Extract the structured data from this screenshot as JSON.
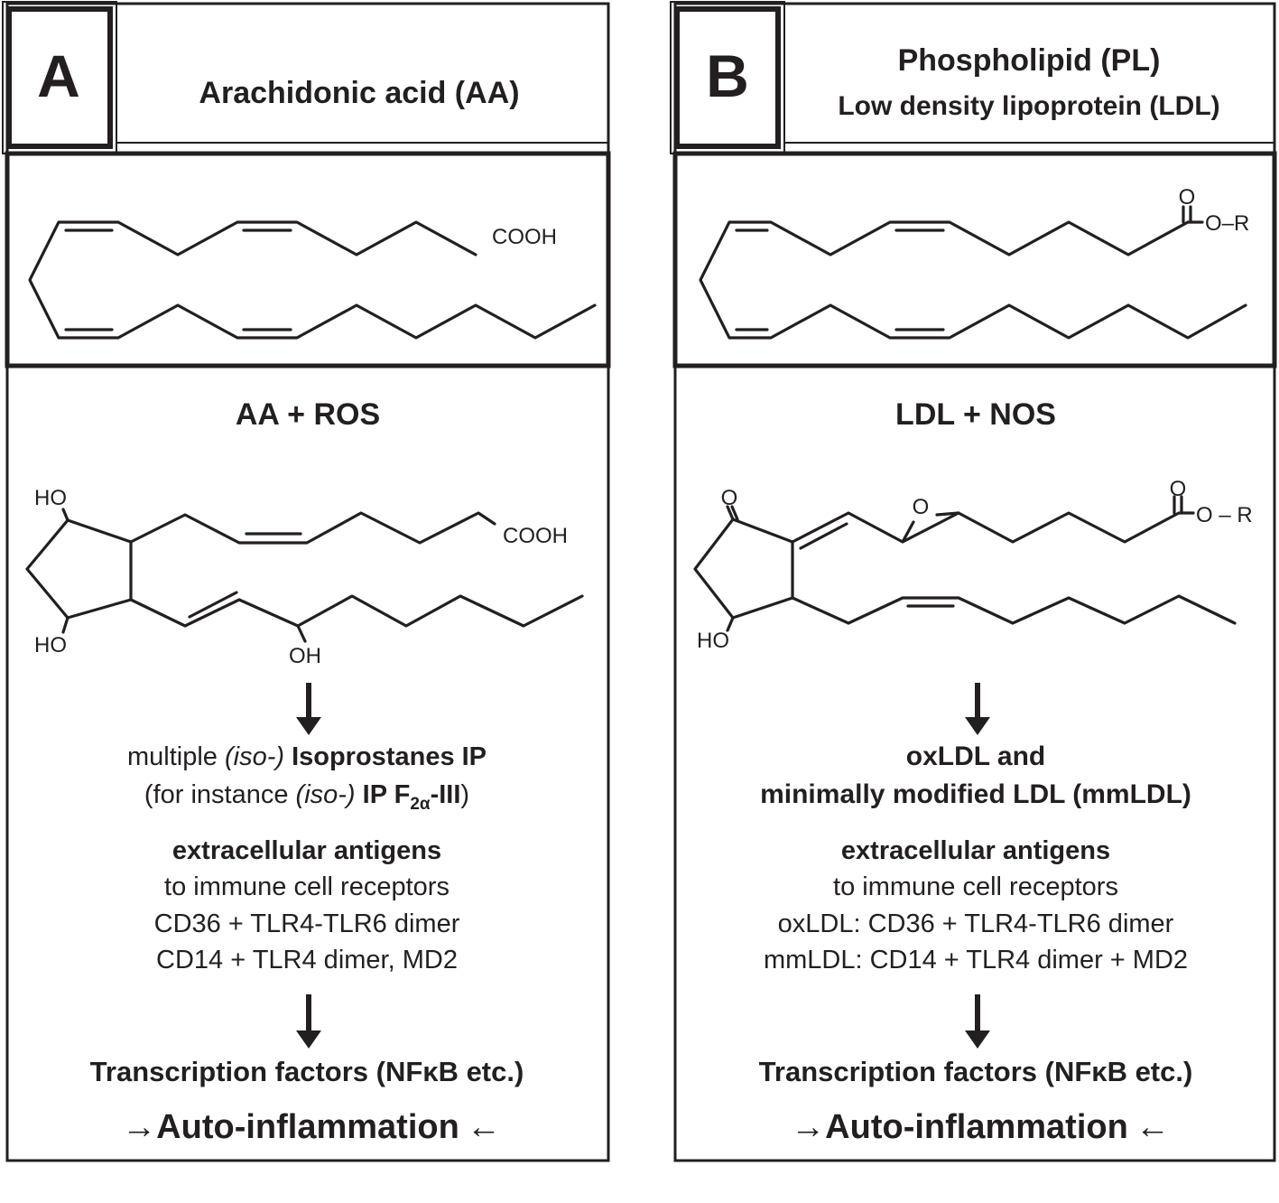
{
  "panels": [
    {
      "letter": "A",
      "title_lines": [
        "Arachidonic acid (AA)"
      ],
      "struct_label": "COOH",
      "reaction": "AA + ROS",
      "product_atoms": {
        "ho_top": "HO",
        "ho_bottom": "HO",
        "oh": "OH",
        "acid": "COOH"
      },
      "product_lines": [
        {
          "pre": "multiple ",
          "pre_italic": "(iso-)",
          "bold": " Isoprostanes IP",
          "post": ""
        },
        {
          "pre": "(for instance ",
          "pre_italic": "(iso-)",
          "bold": " IP F",
          "sub": "2α",
          "bold_after": "-III",
          "post": ")"
        }
      ],
      "antigen_heading": "extracellular antigens",
      "antigen_lines": [
        "to immune cell receptors",
        "CD36 + TLR4-TLR6 dimer",
        "CD14 + TLR4 dimer, MD2"
      ],
      "transcription": "Transcription factors (NFκB etc.)",
      "outcome": "Auto-inflammation"
    },
    {
      "letter": "B",
      "title_lines": [
        "Phospholipid (PL)",
        "Low density lipoprotein (LDL)"
      ],
      "struct_label": "O–R",
      "struct_carbonyl": "O",
      "reaction": "LDL + NOS",
      "product_atoms": {
        "keto": "O",
        "epoxide": "O",
        "carbonyl": "O",
        "ester": "O – R",
        "ho": "HO"
      },
      "product_lines": [
        "oxLDL and",
        "minimally modified LDL (mmLDL)"
      ],
      "antigen_heading": "extracellular antigens",
      "antigen_lines": [
        "to immune cell receptors",
        "oxLDL: CD36 + TLR4-TLR6 dimer",
        "mmLDL: CD14 + TLR4 dimer + MD2"
      ],
      "transcription": "Transcription factors (NFκB etc.)",
      "outcome": "Auto-inflammation"
    }
  ],
  "arrows": {
    "left": "→",
    "right": "←"
  },
  "colors": {
    "ink": "#231f20",
    "background": "#ffffff"
  }
}
